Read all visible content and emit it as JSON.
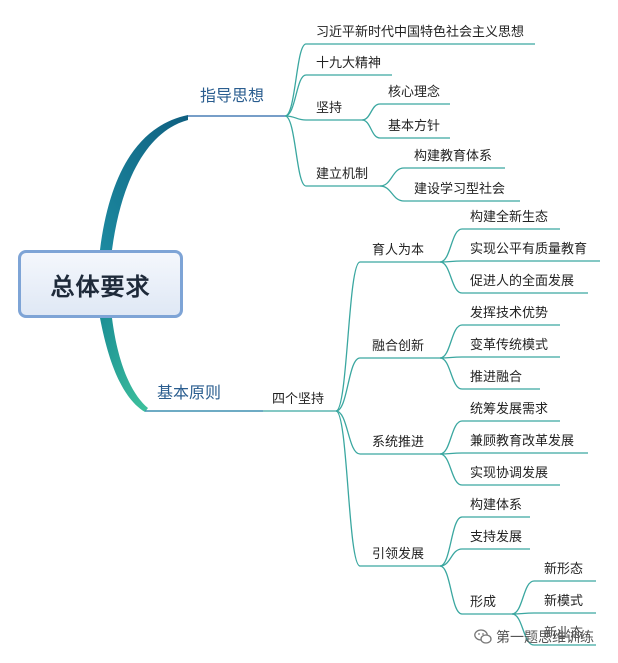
{
  "root": "总体要求",
  "branches": {
    "guide": {
      "label": "指导思想",
      "items": {
        "thought": "习近平新时代中国特色社会主义思想",
        "spirit": "十九大精神",
        "adhere": {
          "label": "坚持",
          "children": [
            "核心理念",
            "基本方针"
          ]
        },
        "mechanism": {
          "label": "建立机制",
          "children": [
            "构建教育体系",
            "建设学习型社会"
          ]
        }
      }
    },
    "principles": {
      "label": "基本原则",
      "sub": "四个坚持",
      "groups": [
        {
          "label": "育人为本",
          "children": [
            "构建全新生态",
            "实现公平有质量教育",
            "促进人的全面发展"
          ]
        },
        {
          "label": "融合创新",
          "children": [
            "发挥技术优势",
            "变革传统模式",
            "推进融合"
          ]
        },
        {
          "label": "系统推进",
          "children": [
            "统筹发展需求",
            "兼顾教育改革发展",
            "实现协调发展"
          ]
        },
        {
          "label": "引领发展",
          "children": [
            "构建体系",
            "支持发展"
          ],
          "form": {
            "label": "形成",
            "children": [
              "新形态",
              "新模式",
              "新业态"
            ]
          }
        }
      ]
    }
  },
  "watermark": "第一题思维训练",
  "colors": {
    "branch_dark": "#137a8f",
    "branch_light": "#35b59a",
    "line": "#3aa7a0",
    "underline": "#4a7eb5",
    "root_border": "#7ea4d6"
  }
}
